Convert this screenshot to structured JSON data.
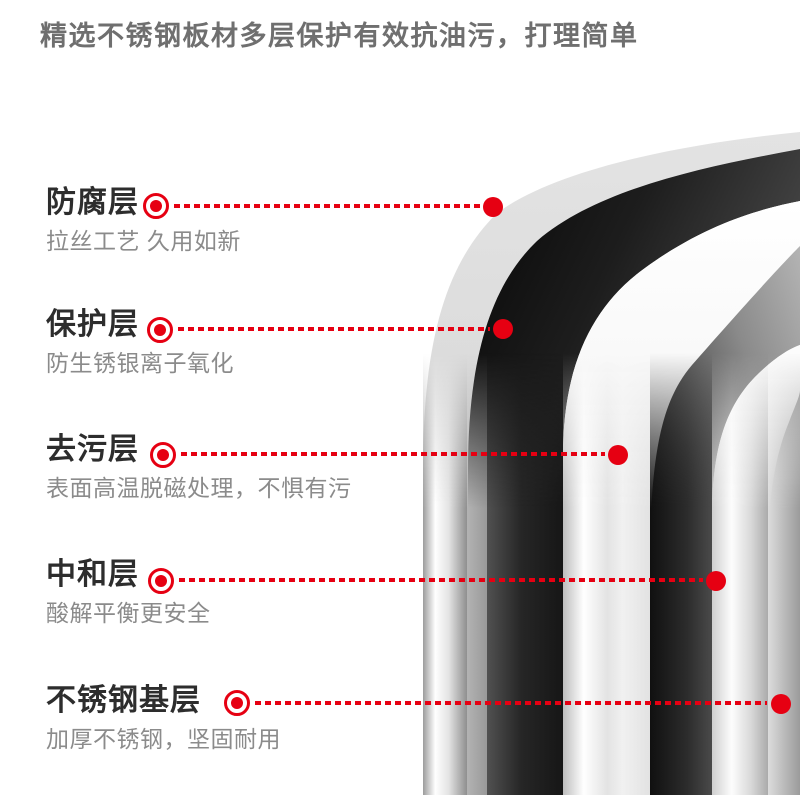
{
  "heading": {
    "text": "精选不锈钢板材多层保护有效抗油污，打理简单"
  },
  "colors": {
    "accent_red": "#e60012",
    "heading_text": "#6f6f6f",
    "label_title": "#2d2d2d",
    "label_desc": "#8b8b8b",
    "background": "#ffffff"
  },
  "layers": [
    {
      "title": "防腐层",
      "desc": "拉丝工艺 久用如新"
    },
    {
      "title": "保护层",
      "desc": "防生锈银离子氧化"
    },
    {
      "title": "去污层",
      "desc": "表面高温脱磁处理，不惧有污"
    },
    {
      "title": "中和层",
      "desc": "酸解平衡更安全"
    },
    {
      "title": "不锈钢基层",
      "desc": "加厚不锈钢，坚固耐用"
    }
  ],
  "illustration": {
    "name": "layered-stainless-steel-cross-section"
  }
}
